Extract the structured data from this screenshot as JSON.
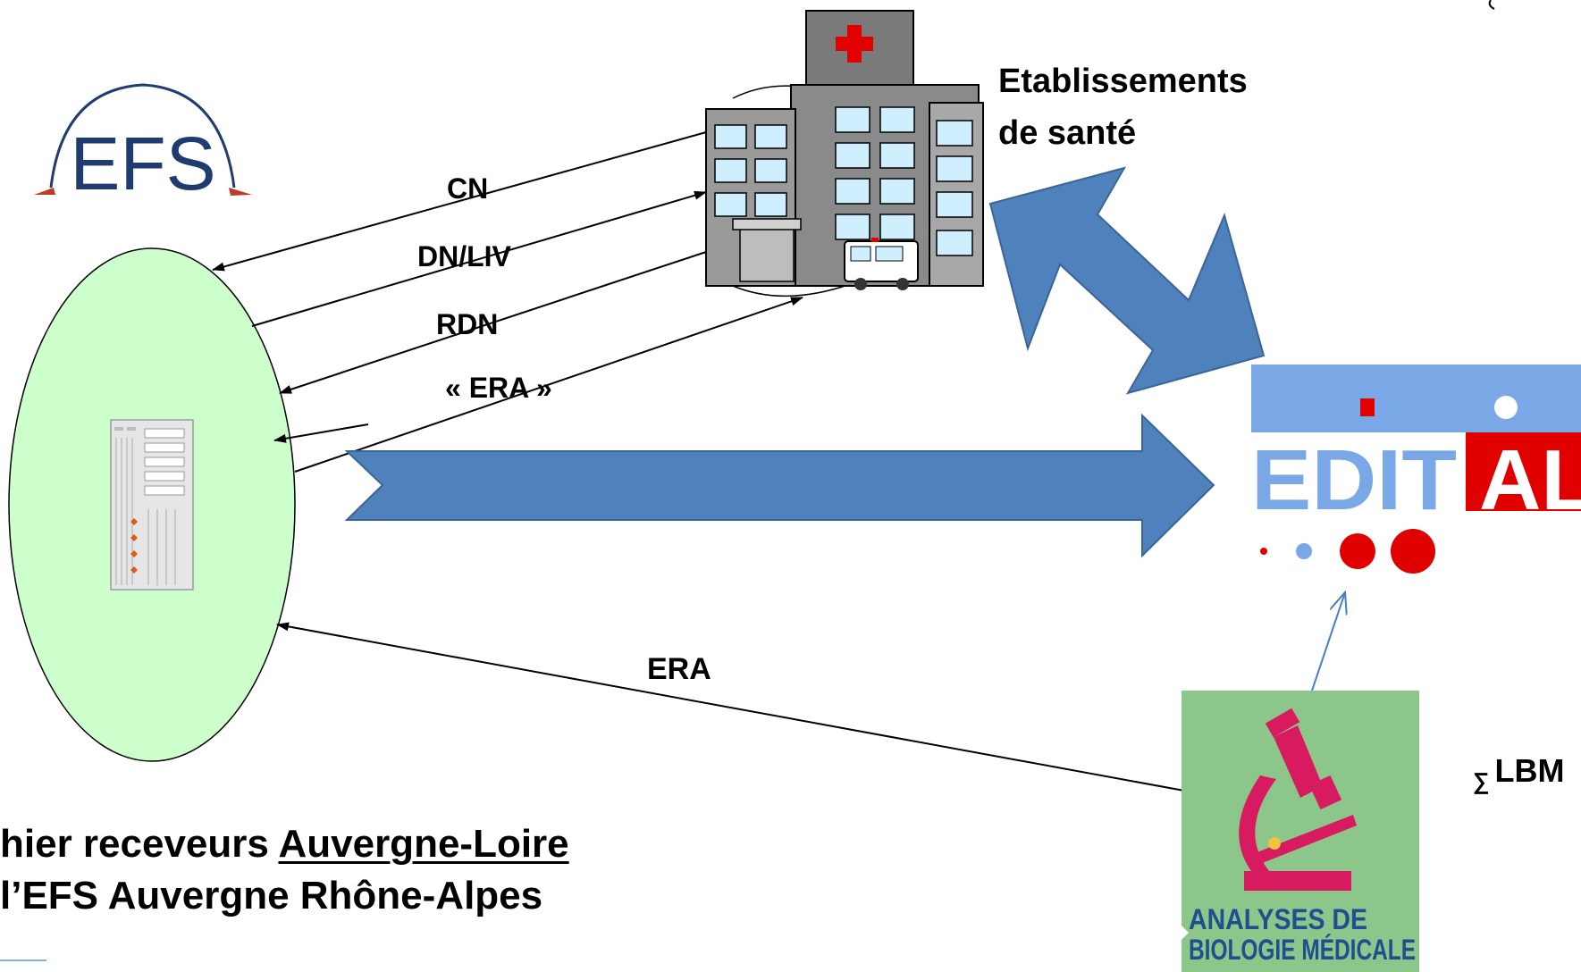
{
  "efs_logo": {
    "text": "EFS",
    "color": "#1f3b70",
    "accent": "#c0392b"
  },
  "establishments_label": [
    "Etablissements",
    "de santé"
  ],
  "flows": {
    "cn": "CN",
    "dn_liv": "DN/LIV",
    "rdn": "RDN",
    "era_quoted": "« ERA »",
    "era": "ERA"
  },
  "editlab_logo": {
    "part1": "EDIT",
    "part2": "AL",
    "blue": "#7aa7e6",
    "red": "#e00000"
  },
  "lbm": {
    "symbol": "∑",
    "label": "LBM"
  },
  "lab_logo": {
    "line1": "ANALYSES DE",
    "line2": "BIOLOGIE MÉDICALE",
    "bg": "#8cc68a",
    "accent": "#d81b60"
  },
  "caption": {
    "line1_prefix": "hier receveurs ",
    "line1_underlined": "Auvergne-Loire",
    "line2": "l’EFS Auvergne Rhône-Alpes"
  },
  "colors": {
    "arrow_blue": "#4f81bd",
    "arrow_stroke": "#3a6595",
    "ellipse_fill": "#ccffcc"
  }
}
